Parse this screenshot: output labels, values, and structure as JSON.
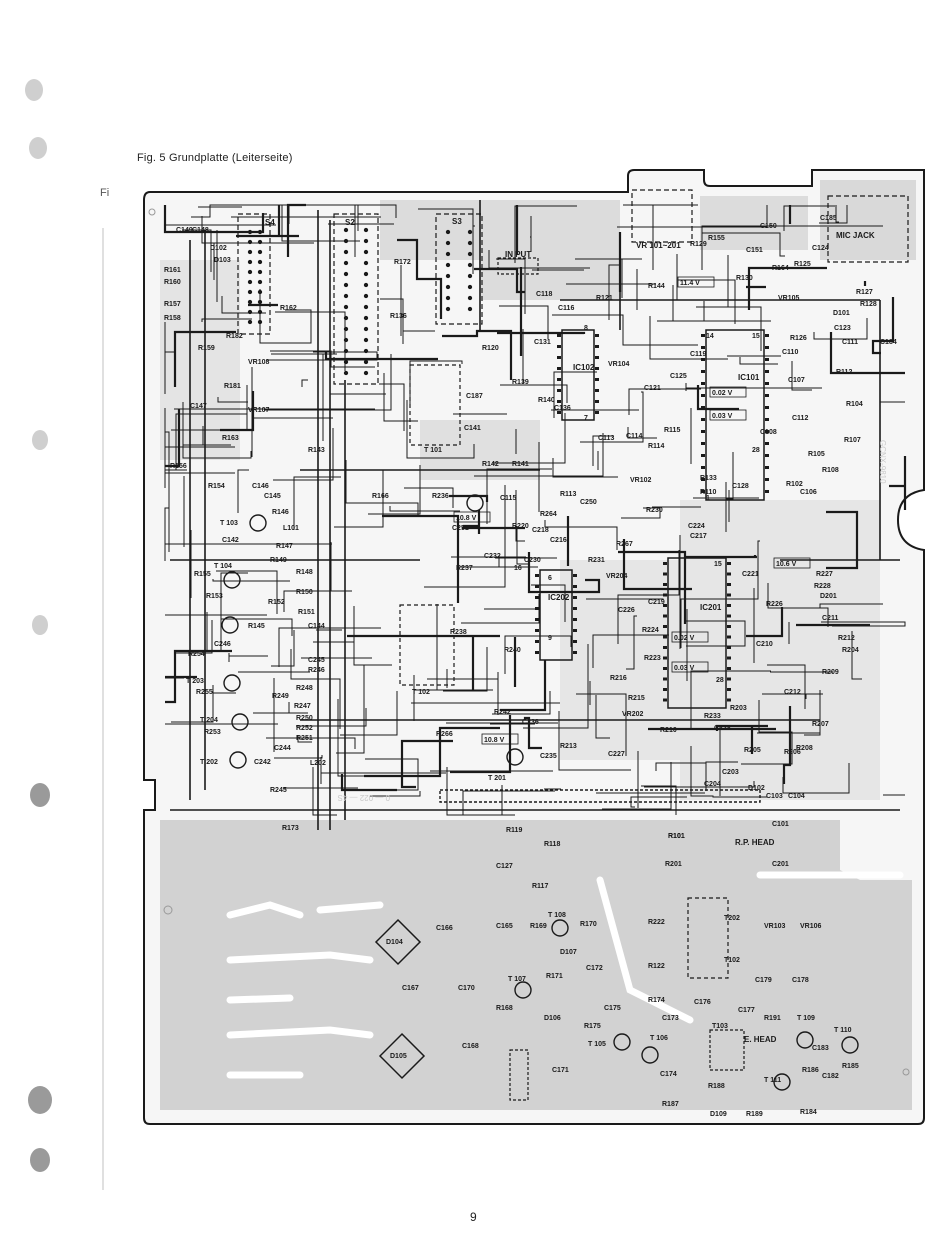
{
  "caption": "Fig. 5 Grundplatte (Leiterseite)",
  "margin_text": "Fi",
  "page_number": "9",
  "board": {
    "labels": {
      "s4": "S4",
      "s2": "S2",
      "s3": "S3",
      "input": "IN PUT",
      "vr101": "VR 101~201",
      "mic_jack": "MIC JACK",
      "t101": "T 101",
      "t102": "T 102",
      "t103": "T 103",
      "t104": "T 104",
      "t202": "T 202",
      "t203": "T 203",
      "t204": "T 204",
      "t201": "T 201",
      "ic101": "IC101",
      "ic102": "IC102",
      "ic201": "IC201",
      "ic202": "IC202",
      "l101": "L101",
      "l202": "L202",
      "rp_head": "R.P. HEAD",
      "e_head": "E. HEAD",
      "d104": "D104",
      "d105": "D105",
      "d106": "D106",
      "d107": "D107",
      "d101": "D101",
      "d201": "D201",
      "d109": "D109",
      "t105": "T 105",
      "t106": "T 106",
      "t107": "T 107",
      "t108": "T 108",
      "t109": "T 109",
      "t110": "T 110",
      "t111": "T 111",
      "t1102": "T102",
      "t1202": "T202",
      "t103b": "T103",
      "vr102": "VR102",
      "vr103": "VR103",
      "vr104": "VR104",
      "vr105": "VR105",
      "vr106": "VR106",
      "vr107": "VR107",
      "vr108": "VR108",
      "vr202": "VR202",
      "vr204": "VR204",
      "r101": "R101",
      "r201": "R201",
      "c101": "C101",
      "c201": "C201",
      "r104": "R104",
      "r112": "R112",
      "r127": "R127",
      "r128": "R128",
      "c111": "C111",
      "c123": "C123",
      "c184": "C184",
      "r156": "R156",
      "r154": "R154",
      "r166": "R166",
      "r113": "R113",
      "r264": "R264",
      "r230": "R230",
      "r227": "R227",
      "r228": "R228",
      "r212": "R212",
      "r204": "R204",
      "r209": "R209",
      "r213": "R213",
      "r266": "R266",
      "r245": "R245",
      "r155": "R155",
      "r153": "R153",
      "r145": "R145",
      "r254": "R254",
      "r255": "R255",
      "r253": "R253",
      "c246": "C246",
      "c245": "C245",
      "c244": "C244",
      "c242": "C242",
      "r157": "R157",
      "r158": "R158",
      "r160": "R160",
      "r161": "R161",
      "r159": "R159",
      "r182": "R182",
      "r181": "R181",
      "c147": "C147",
      "r163": "R163",
      "r144": "R144",
      "r130": "R130",
      "c151": "C151",
      "r155b": "R155",
      "c170": "C170",
      "c167": "C167",
      "c166": "C166",
      "c165": "C165",
      "c168": "C168",
      "c171": "C171",
      "c172": "C172",
      "r171": "R171",
      "r170": "R170",
      "r222": "R222",
      "r122": "R122",
      "c179": "C179",
      "c178": "C178",
      "c175": "C175",
      "c176": "C176",
      "c177": "C177",
      "c173": "C173",
      "c174": "C174",
      "r174": "R174",
      "r175": "R175",
      "r191": "R191",
      "r188": "R188",
      "r187": "R187",
      "r189": "R189",
      "r184": "R184",
      "r185": "R185",
      "c183": "C183",
      "r186": "R186",
      "c182": "C182",
      "r117": "R117",
      "r118": "R118",
      "r119": "R119",
      "c127": "C127",
      "r173": "R173",
      "r236": "R236",
      "r220": "R220",
      "r231": "R231",
      "r237": "R237",
      "r238": "R238",
      "r240": "R240",
      "r242": "R242",
      "c232": "C232",
      "c230": "C230",
      "c216": "C216",
      "c218": "C218",
      "c250": "C250",
      "c251": "C251",
      "c224": "C224",
      "c217": "C217",
      "c221": "C221",
      "c211": "C211",
      "c210": "C210",
      "c212": "C212",
      "r210": "R210",
      "r233": "R233",
      "c228": "C228",
      "r203": "R203",
      "r205": "R205",
      "r206": "R206",
      "r208": "R208",
      "r207": "R207",
      "c204": "C204",
      "c203": "C203",
      "d102": "D102",
      "c104": "C104",
      "c103": "C103",
      "r110": "R110",
      "r133": "R133",
      "c128": "C128",
      "r108": "R108",
      "c106": "C106",
      "r107": "R107",
      "r105": "R105",
      "r102": "R102",
      "c112": "C112",
      "c107": "C107",
      "c108": "C108",
      "r126": "R126",
      "c110": "C110",
      "r164": "R164",
      "r125": "R125",
      "c124": "C124",
      "c150": "C150",
      "c185": "C185",
      "r129": "R129",
      "r121": "R121",
      "c118": "C118",
      "c116": "C116",
      "c119": "C119",
      "c125": "C125",
      "c121": "C121",
      "c113": "C113",
      "c114": "C114",
      "r114": "R114",
      "r115": "R115",
      "r120": "R120",
      "c131": "C131",
      "c187": "C187",
      "c141": "C141",
      "r142": "R142",
      "r141": "R141",
      "r139": "R139",
      "r140": "R140",
      "c145": "C145",
      "c146": "C146",
      "r146": "R146",
      "c142": "C142",
      "r147": "R147",
      "r149": "R149",
      "r148": "R148",
      "r150": "R150",
      "r152": "R152",
      "r151": "R151",
      "c144": "C144",
      "r143": "R143",
      "r162": "R162",
      "r172": "R172",
      "r136": "R136",
      "r101b": "R101",
      "r247": "R247",
      "r250": "R250",
      "r252": "R252",
      "r251": "R251",
      "r248": "R248",
      "r249": "R249",
      "r246": "R246",
      "c148": "C148",
      "c149": "C149",
      "d103": "D103",
      "d102b": "D102",
      "c115": "C115",
      "r267": "R267",
      "r223": "R223",
      "r224": "R224",
      "r226": "R226",
      "c219": "C219",
      "c226": "C226",
      "c236": "C236",
      "c235": "C235",
      "c227": "C227",
      "r216": "R216",
      "r215": "R215",
      "r168": "R168",
      "r169": "R169",
      "c136": "C136"
    },
    "voltage_marks": {
      "v1": "0.02 V",
      "v2": "0.03 V",
      "v3": "0.02 V",
      "v4": "0.03 V",
      "v5": "10.6 V",
      "v6": "10.8 V",
      "v7": "10.8 V",
      "v8": "11.4 V"
    },
    "pin_marks": [
      "28",
      "15",
      "14",
      "1",
      "28",
      "15",
      "8",
      "7",
      "9",
      "6",
      "16"
    ],
    "faint_id": "GCNX-9810",
    "dash_label": "0 — 022 — 4S",
    "colors": {
      "ink": "#1a1a1a",
      "copper": "#d2d2d2",
      "paper": "#ffffff"
    }
  }
}
